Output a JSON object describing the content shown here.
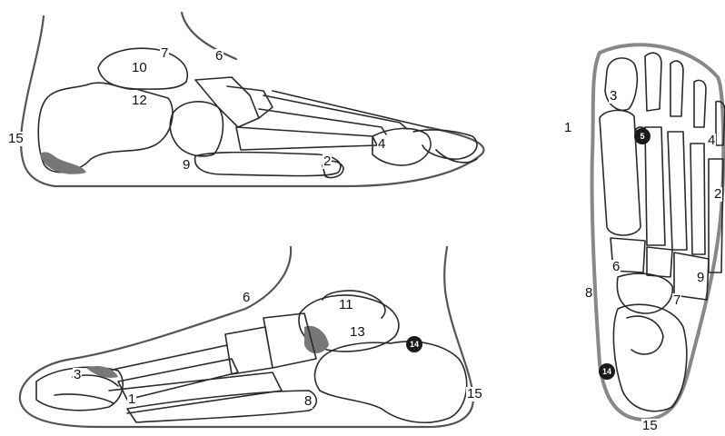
{
  "views": {
    "medial": {
      "labels": [
        "15",
        "10",
        "7",
        "6",
        "12",
        "9",
        "2",
        "4"
      ]
    },
    "lateral": {
      "labels": [
        "6",
        "11",
        "13",
        "14",
        "3",
        "1",
        "8",
        "15"
      ]
    },
    "plantar": {
      "labels": [
        "1",
        "3",
        "5",
        "4",
        "2",
        "6",
        "8",
        "7",
        "9",
        "14",
        "15"
      ]
    }
  },
  "colors": {
    "line": "#2a2a2a",
    "skin": "#888888",
    "dot": "#1a1a1a"
  }
}
